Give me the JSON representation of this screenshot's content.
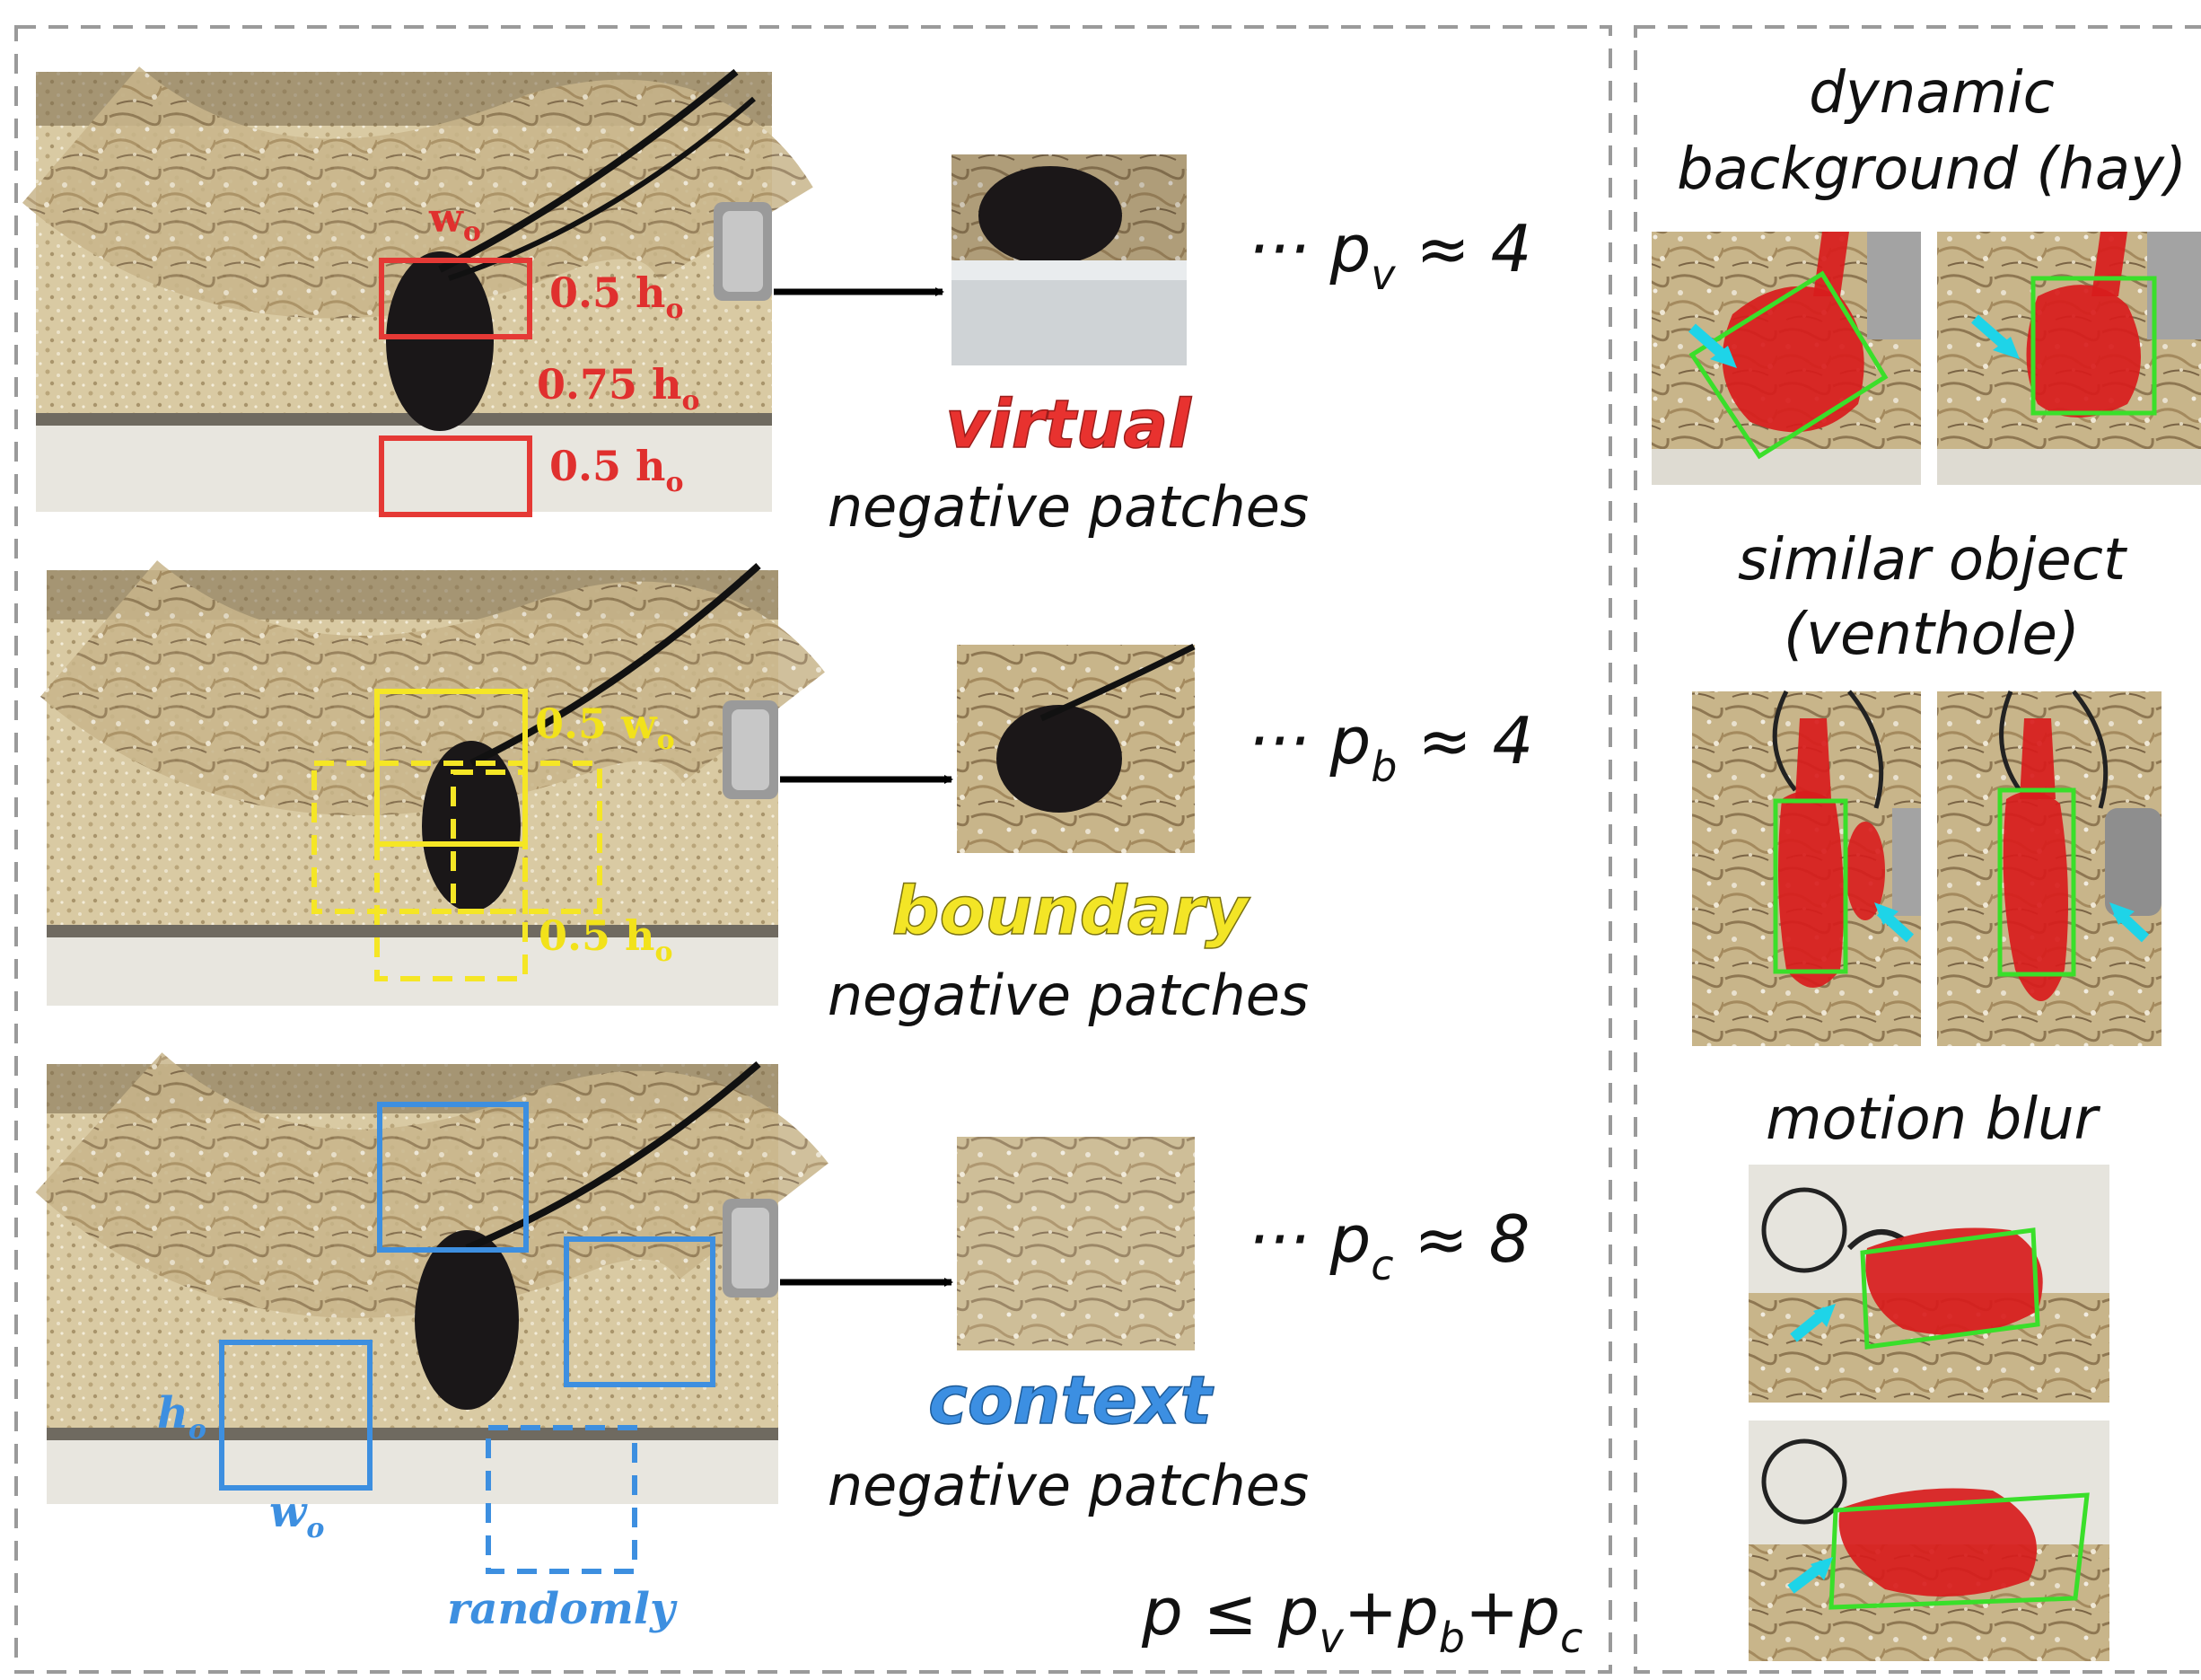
{
  "rows": [
    {
      "keyword": "virtual",
      "keyword_color": "#e8322f",
      "caption": "negative patches",
      "formula": "··· p",
      "sub": "v",
      "approx": " ≈ 4",
      "annotations": [
        "w",
        "o",
        "0.5 h",
        "o",
        "0.75 h",
        "o",
        "0.5 h",
        "o"
      ]
    },
    {
      "keyword": "boundary",
      "keyword_color": "#f3e526",
      "caption": "negative patches",
      "formula": "··· p",
      "sub": "b",
      "approx": " ≈ 4",
      "annotations": [
        "0.5 w",
        "o",
        "0.5 h",
        "o"
      ]
    },
    {
      "keyword": "context",
      "keyword_color": "#3c8fe2",
      "caption": "negative patches",
      "formula": "··· p",
      "sub": "c",
      "approx": " ≈ 8",
      "annotations": [
        "h",
        "o",
        "w",
        "o",
        "randomly"
      ]
    }
  ],
  "total": {
    "p": "p ≤ p",
    "v": "v",
    "plus1": "+p",
    "b": "b",
    "plus2": "+p",
    "c": "c"
  },
  "right_panel": {
    "dynamic_title_1": "dynamic",
    "dynamic_title_2": "background (hay)",
    "similar_title_1": "similar object",
    "similar_title_2": "(venthole)",
    "blur_title": "motion blur"
  },
  "colors": {
    "red_box": "#e53935",
    "yellow_box": "#f5e625",
    "blue_box": "#3d8fe0",
    "bbox_green": "#3adf2a",
    "mask_red": "#d81c1c",
    "arrow_cyan": "#1ed4e8",
    "dashed_border": "#9a9a9a"
  }
}
